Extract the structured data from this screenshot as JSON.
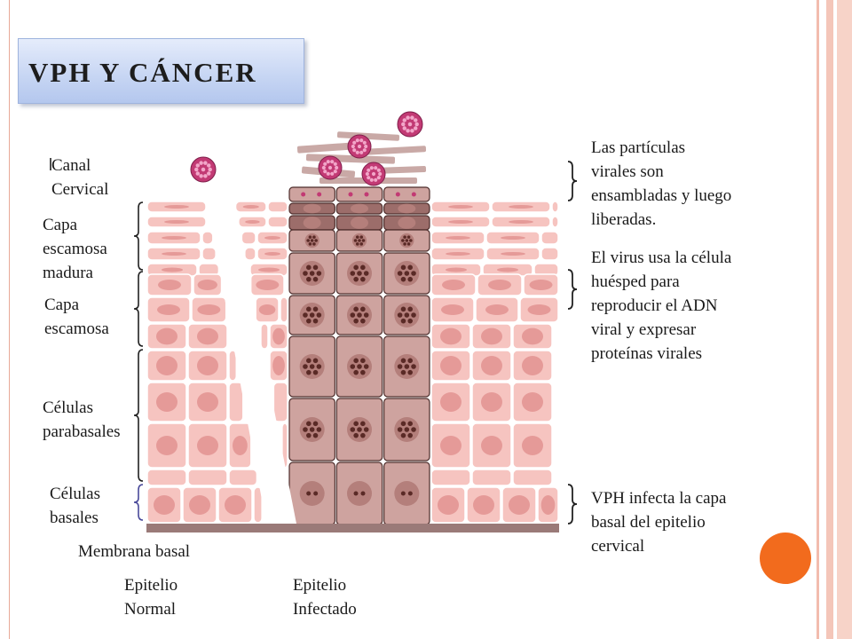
{
  "slide": {
    "title": "VPH Y CÁNCER"
  },
  "left_labels": {
    "canal": "Canal\nCervical",
    "mature": "Capa\nescamosa\nmadura",
    "squamous": "Capa\n escamosa",
    "parabasal": "Células\nparabasales",
    "basal": "Células\nbasales"
  },
  "bottom_labels": {
    "membrane": "Membrana basal",
    "normal": "Epitelio\nNormal",
    "infected": "Epitelio\nInfectado"
  },
  "right_notes": {
    "assembly": "Las partículas\nvirales son\nensambladas y luego\nliberadas.",
    "replication": "El virus usa la célula\nhuésped para\nreproducir el ADN\nviral y expresar\nproteínas virales",
    "infection": "VPH infecta la capa\nbasal del epitelio\ncervical"
  },
  "colors": {
    "normal_cell": "#f6c4c0",
    "normal_nucleus": "#e59a98",
    "infected_cell": "#cea39f",
    "infected_nucleus": "#b47f7b",
    "viral_dna": "#5a2a26",
    "virion": "#c23a74",
    "membrane": "#9a7a78",
    "title_box": "#c6d5f3",
    "accent_dot": "#f26b1d"
  }
}
